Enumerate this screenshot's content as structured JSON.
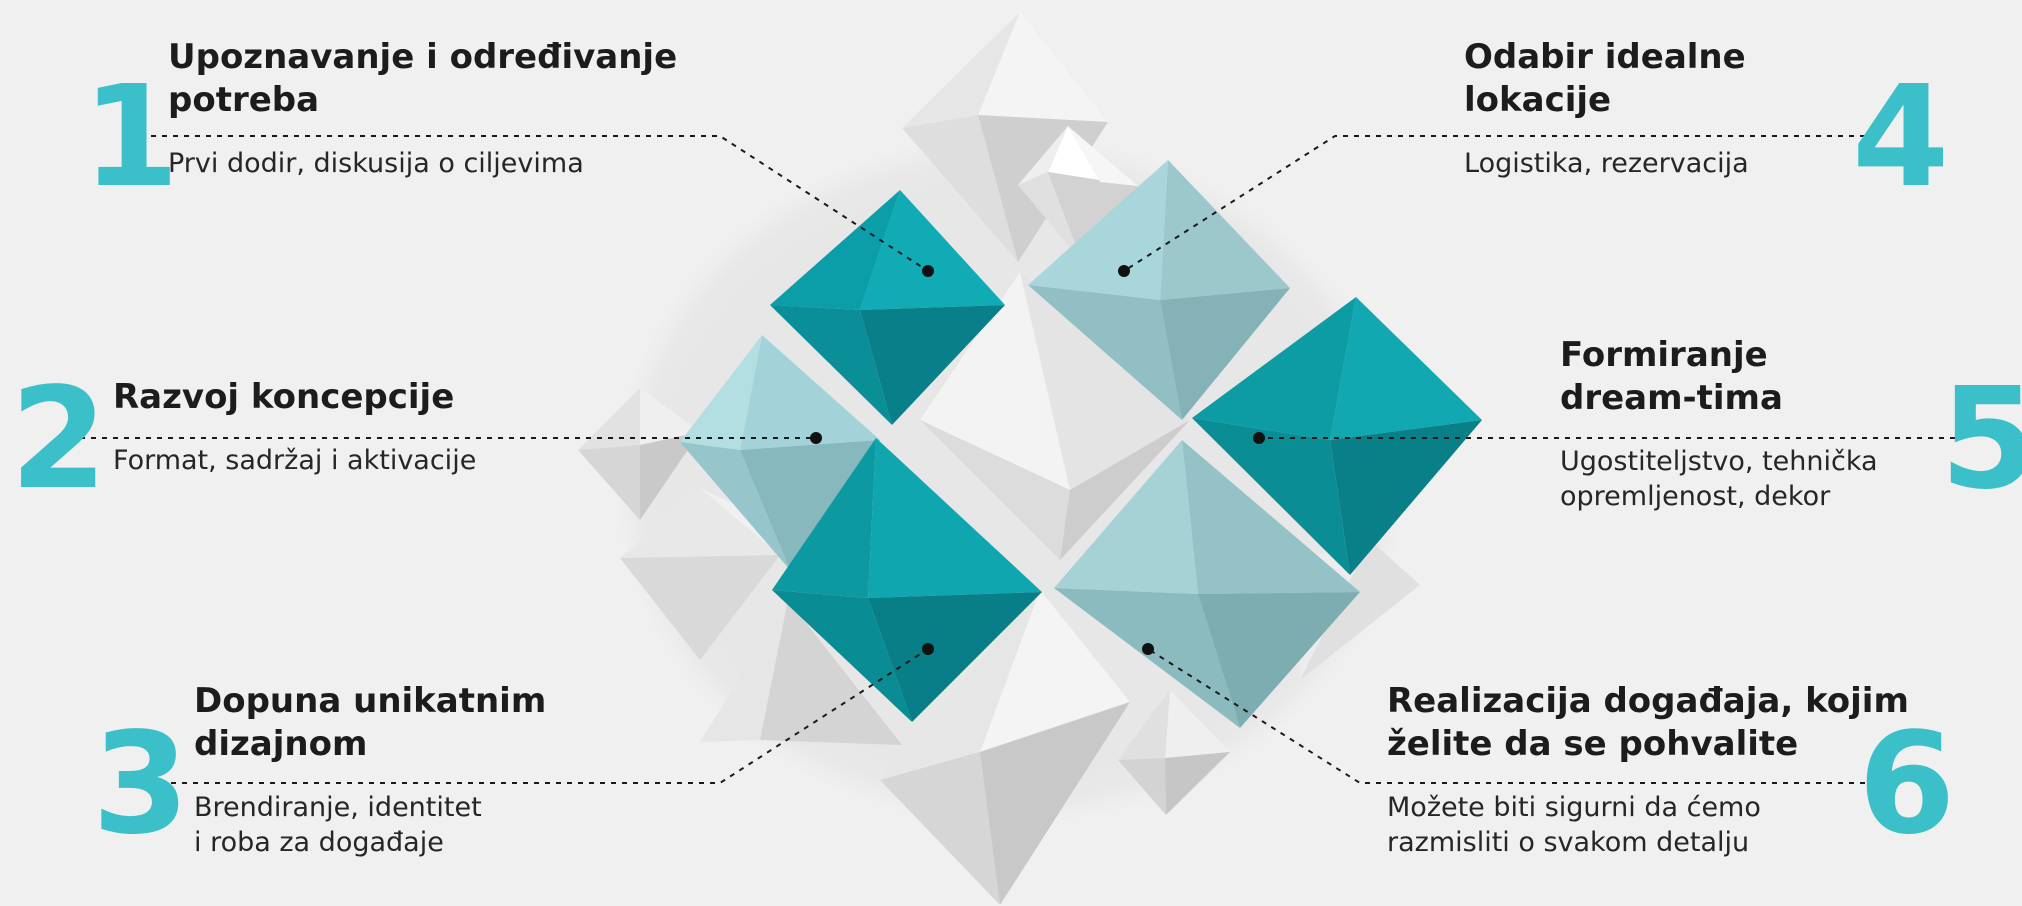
{
  "colors": {
    "accent": "#3bbfc8",
    "teal_dark": "#0ea0aa",
    "teal_light": "#9fd1d5",
    "background": "#f0f0f0",
    "text": "#1c1c1c"
  },
  "steps": [
    {
      "number": "1",
      "title": "Upoznavanje i određivanje\npotreba",
      "subtitle": "Prvi dodir, diskusija o ciljevima"
    },
    {
      "number": "2",
      "title": "Razvoj koncepcije",
      "subtitle": "Format, sadržaj i aktivacije"
    },
    {
      "number": "3",
      "title": "Dopuna unikatnim\ndizajnom",
      "subtitle": "Brendiranje, identitet\ni roba za događaje"
    },
    {
      "number": "4",
      "title": "Odabir idealne\nlokacije",
      "subtitle": "Logistika, rezervacija"
    },
    {
      "number": "5",
      "title": "Formiranje\ndream-tima",
      "subtitle": "Ugostiteljstvo, tehnička\nopremljenost, dekor"
    },
    {
      "number": "6",
      "title": "Realizacija događaja, kojim\nželite da se pohvalite",
      "subtitle": "Možete biti sigurni da ćemo\nrazmisliti o svakom detalju"
    }
  ]
}
